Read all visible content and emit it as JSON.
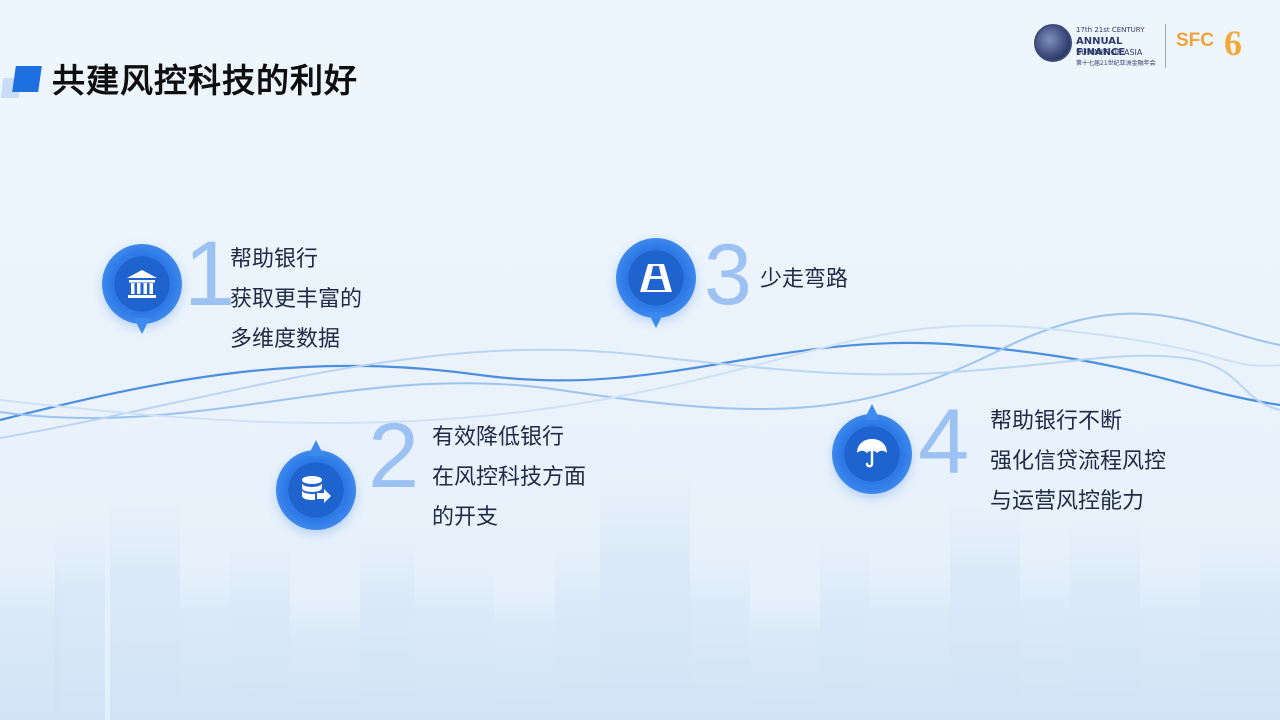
{
  "title": "共建风控科技的利好",
  "logos": {
    "summit_line1": "17th 21st CENTURY",
    "summit_line2": "ANNUAL FINANCE",
    "summit_line3": "SUMMIT OF ASIA",
    "summit_line4": "第十七届21世纪亚洲金融年会",
    "sfc": "SFC",
    "sfc_number": "6"
  },
  "items": [
    {
      "number": "1",
      "icon": "bank-icon",
      "text": "帮助银行\n获取更丰富的\n多维度数据"
    },
    {
      "number": "2",
      "icon": "database-transfer-icon",
      "text": "有效降低银行\n在风控科技方面\n的开支"
    },
    {
      "number": "3",
      "icon": "road-icon",
      "text": "少走弯路"
    },
    {
      "number": "4",
      "icon": "umbrella-icon",
      "text": "帮助银行不断\n强化信贷流程风控\n与运营风控能力"
    }
  ],
  "colors": {
    "accent": "#1e6fe0",
    "marker_inner": "#1f63cf",
    "number": "#9cc2f3",
    "wave": "#4a8fe0"
  }
}
